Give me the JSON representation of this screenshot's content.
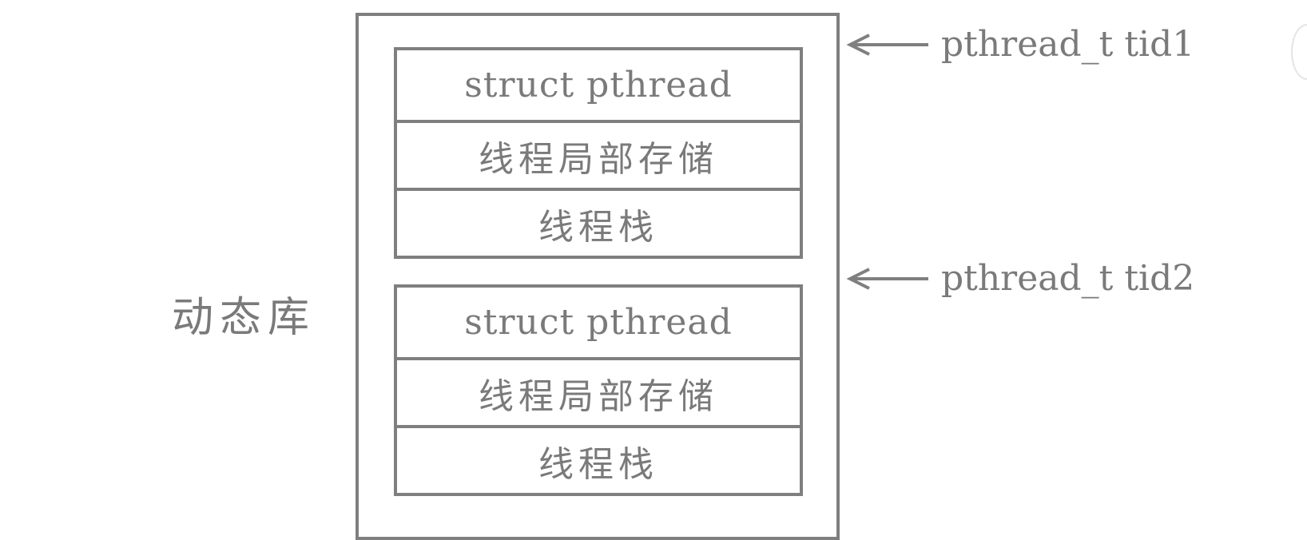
{
  "diagram": {
    "left_label": "动态库",
    "blocks": [
      {
        "rows": [
          "struct pthread",
          "线程局部存储",
          "线程栈"
        ],
        "pointer_label": "pthread_t tid1"
      },
      {
        "rows": [
          "struct pthread",
          "线程局部存储",
          "线程栈"
        ],
        "pointer_label": "pthread_t tid2"
      }
    ]
  }
}
